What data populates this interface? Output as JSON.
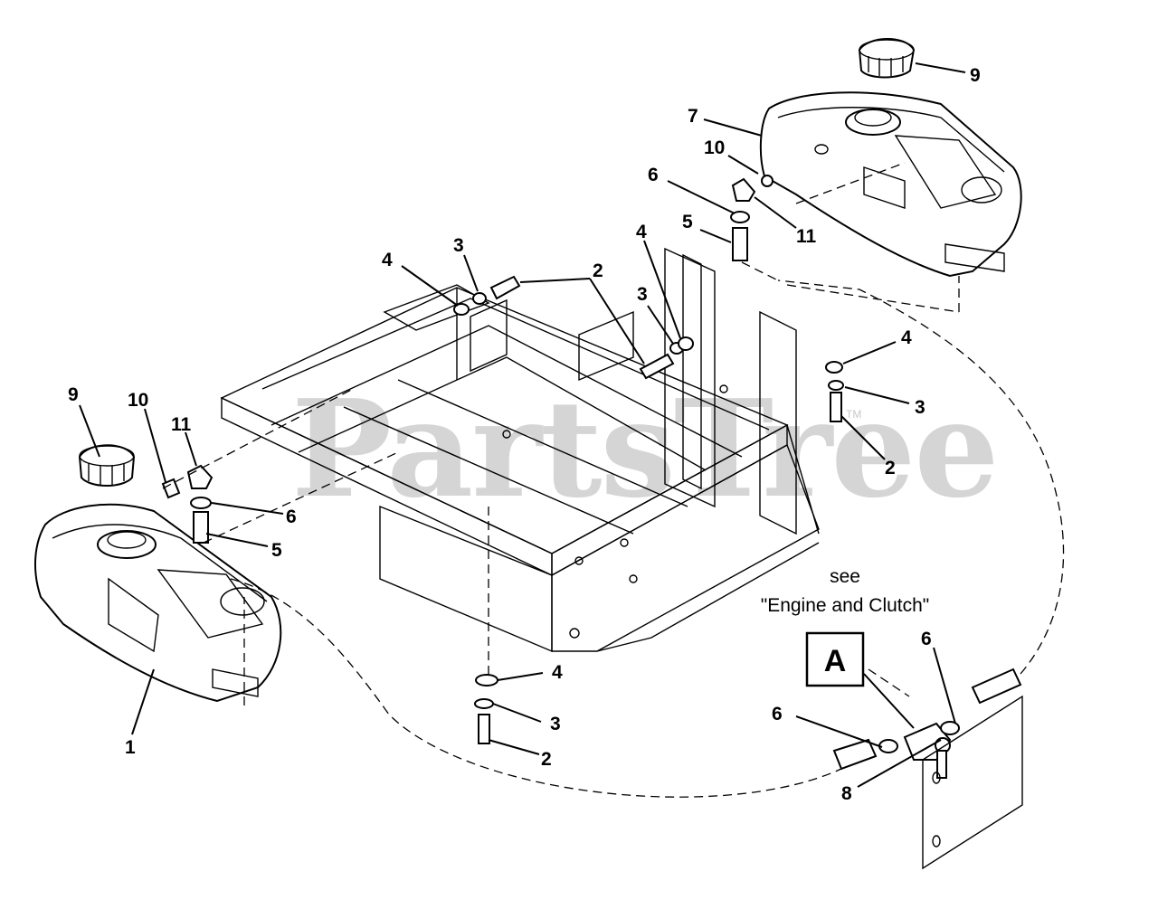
{
  "watermark": "PartsTree",
  "watermark_mark": "TM",
  "reference_note": {
    "line1": "see",
    "line2": "\"Engine and Clutch\"",
    "box_label": "A"
  },
  "callouts": {
    "tank_right_cap": "9",
    "tank_right": "7",
    "tank_right_grommet": "10",
    "tank_right_elbow": "11",
    "tank_right_clamp": "6",
    "tank_right_hose": "5",
    "frame_top_washer_left": "4",
    "frame_top_lockwasher_left": "3",
    "frame_top_bolt": "2",
    "frame_top_washer_mid": "4",
    "frame_top_lockwasher_mid": "3",
    "frame_right_washer": "4",
    "frame_right_lockwasher": "3",
    "frame_right_bolt": "2",
    "tank_left_cap": "9",
    "tank_left_grommet": "10",
    "tank_left_elbow": "11",
    "tank_left_clamp": "6",
    "tank_left_hose": "5",
    "tank_left": "1",
    "frame_bottom_washer": "4",
    "frame_bottom_lockwasher": "3",
    "frame_bottom_bolt": "2",
    "valve_clamp_upper": "6",
    "valve_clamp_lower": "6",
    "valve": "8"
  }
}
